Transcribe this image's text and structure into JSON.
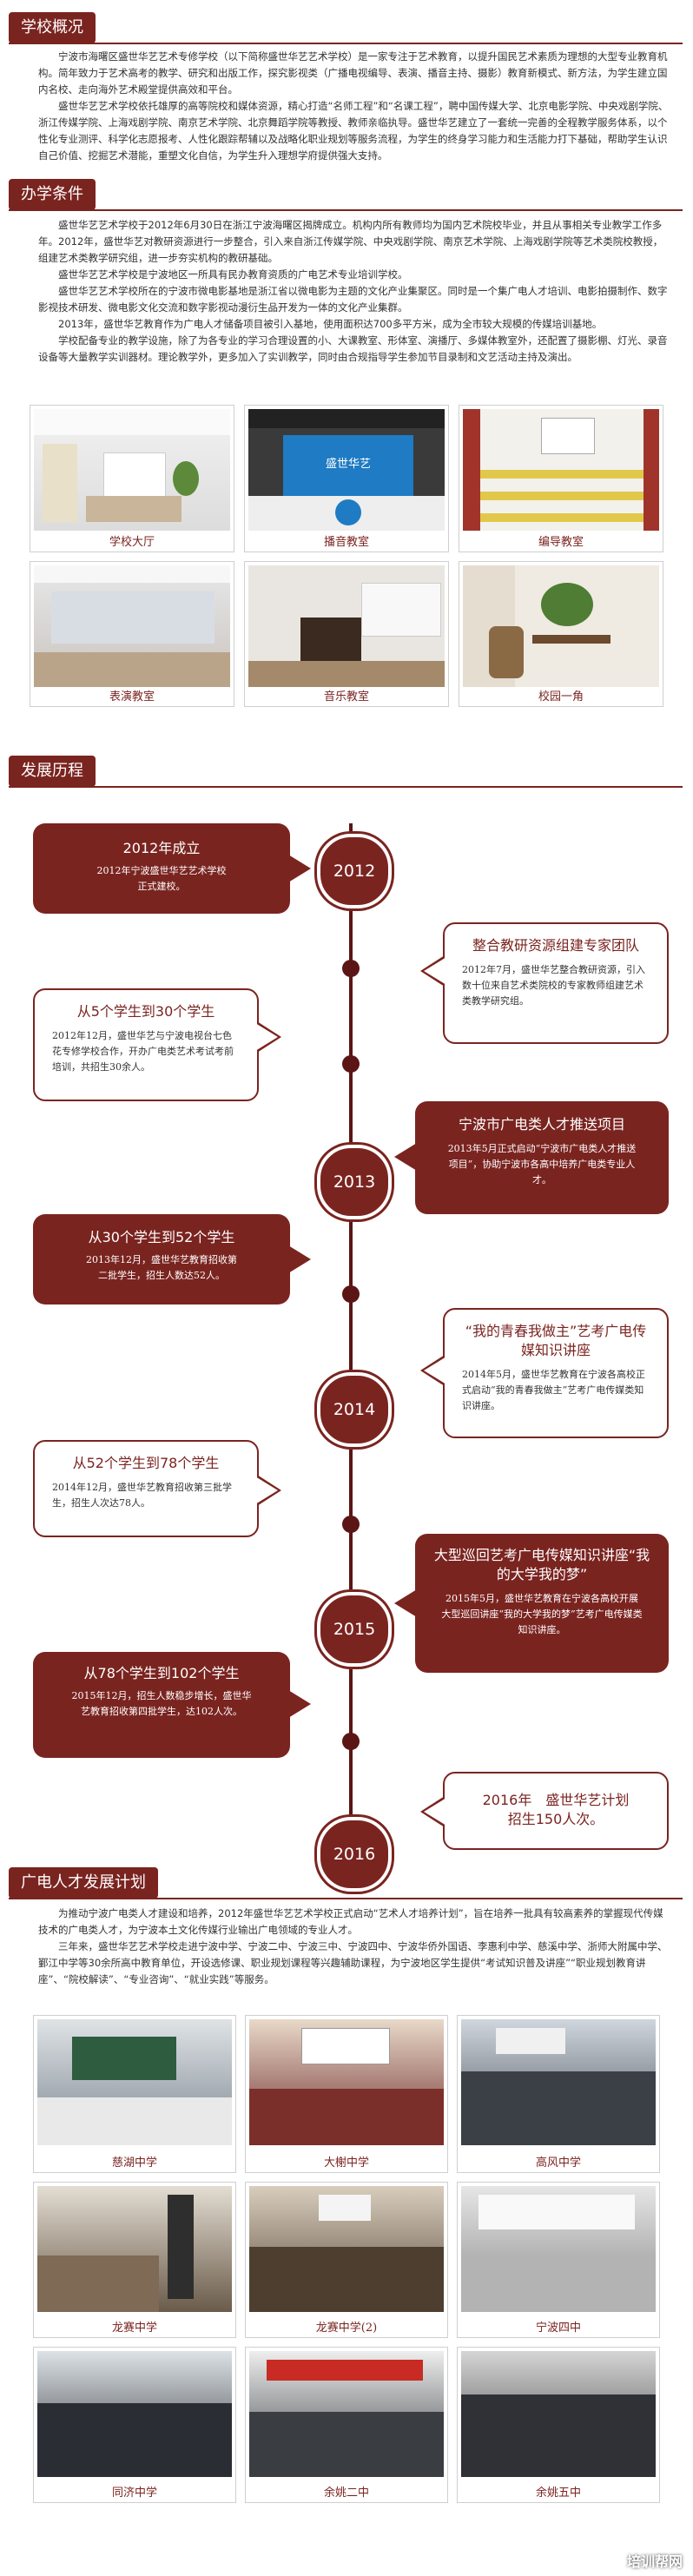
{
  "sections": {
    "overview": {
      "title": "学校概况",
      "paragraphs": [
        "宁波市海曙区盛世华艺艺术专修学校（以下简称盛世华艺艺术学校）是一家专注于艺术教育，以提升国民艺术素质为理想的大型专业教育机构。简年致力于艺术高考的教学、研究和出版工作，探究影视类（广播电视编导、表演、播音主持、摄影）教育新模式、新方法，为学生建立国内名校、走向海外艺术殿堂提供高效和平台。",
        "盛世华艺艺术学校依托雄厚的高等院校和媒体资源，精心打造“名师工程”和“名课工程”，聘中国传媒大学、北京电影学院、中央戏剧学院、浙江传媒学院、上海戏剧学院、南京艺术学院、北京舞蹈学院等教授、教师亲临执导。盛世华艺建立了一套统一完善的全程教学服务体系，以个性化专业测评、科学化志愿报考、人性化跟踪帮辅以及战略化职业规划等服务流程，为学生的终身学习能力和生活能力打下基础，帮助学生认识自己价值、挖掘艺术潜能，重塑文化自信，为学生升入理想学府提供强大支持。"
      ]
    },
    "conditions": {
      "title": "办学条件",
      "paragraphs": [
        "盛世华艺艺术学校于2012年6月30日在浙江宁波海曙区揭牌成立。机构内所有教师均为国内艺术院校毕业，并且从事相关专业教学工作多年。2012年，盛世华艺对教研资源进行一步整合，引入来自浙江传媒学院、中央戏剧学院、南京艺术学院、上海戏剧学院等艺术类院校教授，组建艺术类教学研究组，进一步夯实机构的教研基础。",
        "盛世华艺艺术学校是宁波地区一所具有民办教育资质的广电艺术专业培训学校。",
        "盛世华艺艺术学校所在的宁波市微电影基地是浙江省以微电影为主题的文化产业集聚区。同时是一个集广电人才培训、电影拍摄制作、数字影视技术研发、微电影文化交流和数字影视动漫衍生品开发为一体的文化产业集群。",
        "2013年，盛世华艺教育作为广电人才储备项目被引入基地，使用面积达700多平方米，成为全市较大规模的传媒培训基地。",
        "学校配备专业的教学设施，除了为各专业的学习合理设置的小、大课教室、形体室、演播厅、多媒体教室外，还配置了摄影棚、灯光、录音设备等大量教学实训器材。理论教学外，更多加入了实训教学，同时由合规指导学生参加节目录制和文艺活动主持及演出。"
      ],
      "photos": [
        {
          "caption": "学校大厅",
          "icon": "hall-photo"
        },
        {
          "caption": "播音教室",
          "icon": "broadcast-room-photo",
          "sign": "盛世华艺"
        },
        {
          "caption": "编导教室",
          "icon": "directing-room-photo"
        },
        {
          "caption": "表演教室",
          "icon": "acting-room-photo"
        },
        {
          "caption": "音乐教室",
          "icon": "music-room-photo"
        },
        {
          "caption": "校园一角",
          "icon": "campus-corner-photo"
        }
      ]
    },
    "history": {
      "title": "发展历程",
      "years": [
        "2012",
        "2013",
        "2014",
        "2015",
        "2016"
      ],
      "events": [
        {
          "title": "2012年成立",
          "desc": "2012年宁波盛世华艺艺术学校正式建校。"
        },
        {
          "title": "整合教研资源组建专家团队",
          "desc": "2012年7月，盛世华艺整合教研资源，引入数十位来自艺术类院校的专家教师组建艺术类教学研究组。"
        },
        {
          "title": "从5个学生到30个学生",
          "desc": "2012年12月，盛世华艺与宁波电视台七色花专修学校合作，开办广电类艺术考试考前培训，共招生30余人。"
        },
        {
          "title": "宁波市广电类人才推送项目",
          "desc": "2013年5月正式启动“宁波市广电类人才推送项目”，协助宁波市各高中培养广电类专业人才。"
        },
        {
          "title": "从30个学生到52个学生",
          "desc": "2013年12月，盛世华艺教育招收第二批学生，招生人数达52人。"
        },
        {
          "title": "“我的青春我做主”艺考广电传媒知识讲座",
          "desc": "2014年5月，盛世华艺教育在宁波各高校正式启动“我的青春我做主”艺考广电传媒类知识讲座。"
        },
        {
          "title": "从52个学生到78个学生",
          "desc": "2014年12月，盛世华艺教育招收第三批学生，招生人次达78人。"
        },
        {
          "title": "大型巡回艺考广电传媒知识讲座“我的大学我的梦”",
          "desc": "2015年5月，盛世华艺教育在宁波各高校开展大型巡回讲座“我的大学我的梦”艺考广电传媒类知识讲座。"
        },
        {
          "title": "从78个学生到102个学生",
          "desc": "2015年12月，招生人数稳步增长，盛世华艺教育招收第四批学生，达102人次。"
        },
        {
          "title": "2016年　盛世华艺计划招生150人次。",
          "desc": ""
        }
      ]
    },
    "plan": {
      "title": "广电人才发展计划",
      "paragraphs": [
        "为推动宁波广电类人才建设和培养，2012年盛世华艺艺术学校正式启动“艺术人才培养计划”，旨在培养一批具有较高素养的掌握现代传媒技术的广电类人才，为宁波本土文化传媒行业输出广电领域的专业人才。",
        "三年来，盛世华艺艺术学校走进宁波中学、宁波二中、宁波三中、宁波四中、宁波华侨外国语、李惠利中学、慈溪中学、浙师大附属中学、鄞江中学等30余所高中教育单位，开设选修课、职业规划课程等兴趣辅助课程，为宁波地区学生提供“考试知识普及讲座”“职业规划教育讲座”、“院校解读”、“专业咨询”、“就业实践”等服务。"
      ],
      "photos": [
        {
          "caption": "慈湖中学"
        },
        {
          "caption": "大榭中学"
        },
        {
          "caption": "高风中学"
        },
        {
          "caption": "龙赛中学"
        },
        {
          "caption": "龙赛中学(2)"
        },
        {
          "caption": "宁波四中"
        },
        {
          "caption": "同济中学"
        },
        {
          "caption": "余姚二中"
        },
        {
          "caption": "余姚五中"
        }
      ]
    }
  },
  "watermark": "培训帮网",
  "colors": {
    "accent": "#7a2420",
    "dark": "#5a1514"
  }
}
